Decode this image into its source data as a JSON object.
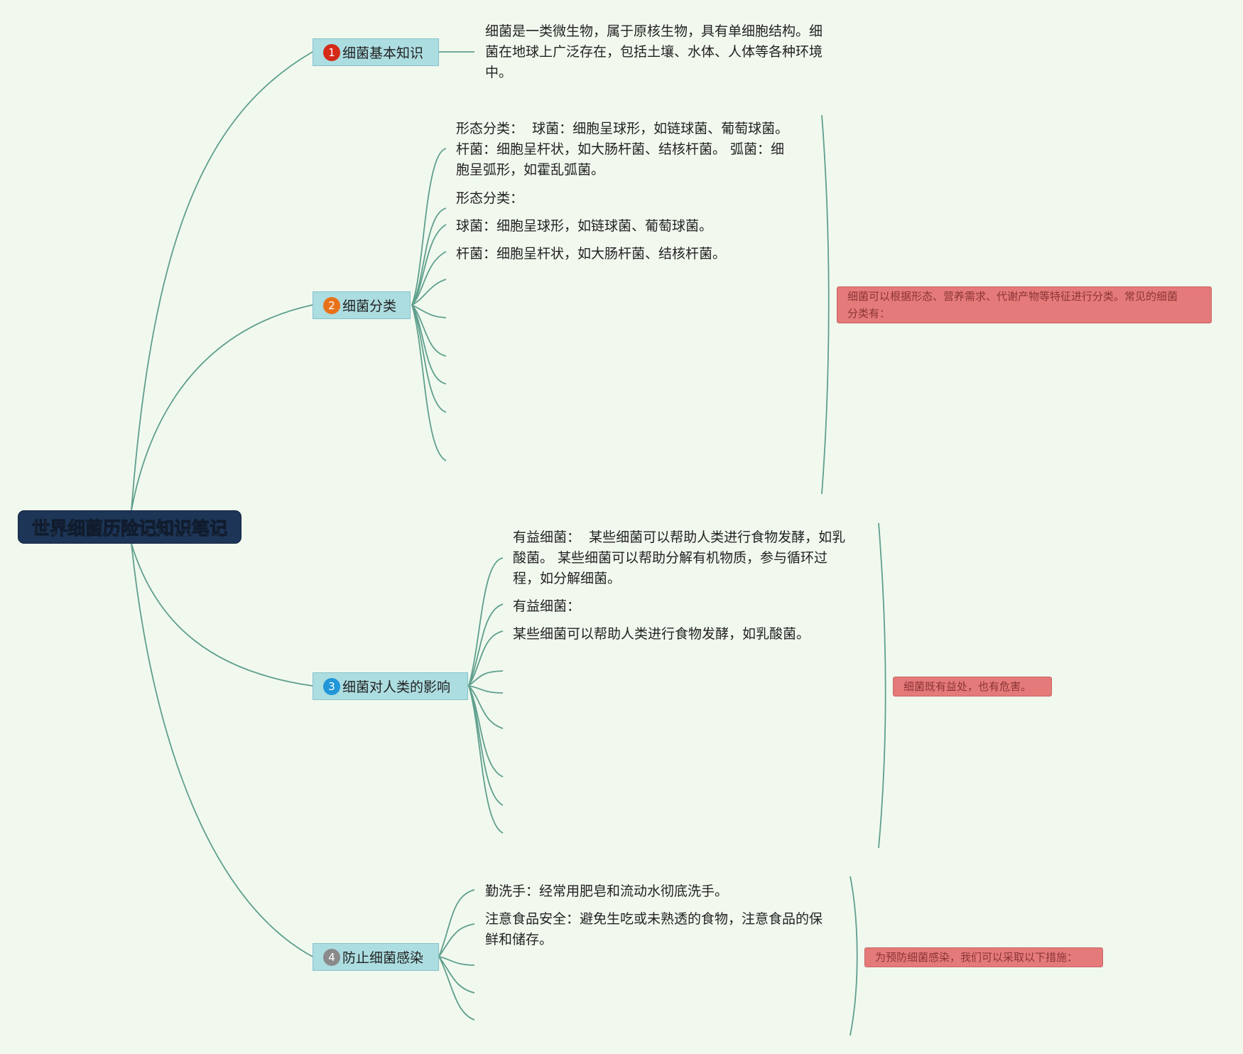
{
  "root": {
    "title": "世界细菌历险记知识笔记"
  },
  "colors": {
    "background": "#f1f9ef",
    "root_fill": "#1d3556",
    "topic_fill": "#acdde1",
    "connector": "#5f9f8d",
    "note_fill": "#e57a7a",
    "badge_1": "#d42a18",
    "badge_2": "#e8721a",
    "badge_3": "#2196d8",
    "badge_4": "#8a8a8a"
  },
  "topics": [
    {
      "number": "1",
      "label": "细菌基本知识",
      "details": [
        "细菌是一类微生物，属于原核生物，具有单细胞结构。细\n菌在地球上广泛存在，包括土壤、水体、人体等各种环境\n中。"
      ]
    },
    {
      "number": "2",
      "label": "细菌分类",
      "details": [
        "形态分类：  球菌：细胞呈球形，如链球菌、葡萄球菌。\n杆菌：细胞呈杆状，如大肠杆菌、结核杆菌。 弧菌：细\n胞呈弧形，如霍乱弧菌。",
        "形态分类：",
        "球菌：细胞呈球形，如链球菌、葡萄球菌。",
        "杆菌：细胞呈杆状，如大肠杆菌、结核杆菌。"
      ],
      "summary": "细菌可以根据形态、营养需求、代谢产物等特征进行分类。常见的细菌\n分类有："
    },
    {
      "number": "3",
      "label": "细菌对人类的影响",
      "details": [
        "有益细菌：  某些细菌可以帮助人类进行食物发酵，如乳\n酸菌。 某些细菌可以帮助分解有机物质，参与循环过\n程，如分解细菌。",
        "有益细菌：",
        "某些细菌可以帮助人类进行食物发酵，如乳酸菌。"
      ],
      "summary": "细菌既有益处，也有危害。"
    },
    {
      "number": "4",
      "label": "防止细菌感染",
      "details": [
        "勤洗手：经常用肥皂和流动水彻底洗手。",
        "注意食品安全：避免生吃或未熟透的食物，注意食品的保\n鲜和储存。"
      ],
      "summary": "为预防细菌感染，我们可以采取以下措施："
    }
  ]
}
